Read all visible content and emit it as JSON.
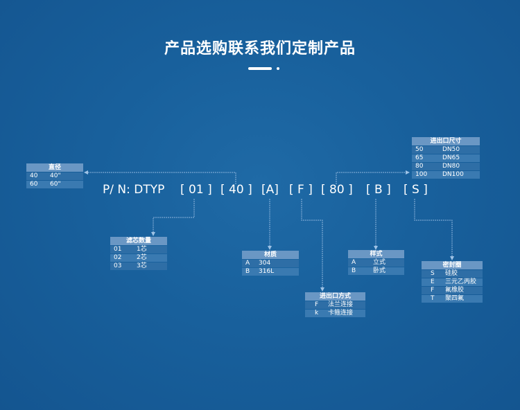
{
  "title": "产品选购联系我们定制产品",
  "pn": {
    "prefix": "P/ N:  DTYP",
    "segments": [
      "[ 01 ]",
      "[ 40 ]",
      "[A]",
      "[ F ]",
      "[ 80 ]",
      "[ B ]",
      "[ S ]"
    ]
  },
  "tables": {
    "diameter": {
      "header": "直径",
      "rows": [
        [
          "40",
          "40\""
        ],
        [
          "60",
          "60\""
        ]
      ]
    },
    "cores": {
      "header": "滤芯数量",
      "rows": [
        [
          "01",
          "1芯"
        ],
        [
          "02",
          "2芯"
        ],
        [
          "03",
          "3芯"
        ]
      ]
    },
    "material": {
      "header": "材质",
      "rows": [
        [
          "A",
          "304"
        ],
        [
          "B",
          "316L"
        ]
      ]
    },
    "inlet_method": {
      "header": "进出口方式",
      "rows": [
        [
          "F",
          "法兰连接"
        ],
        [
          "k",
          "卡箍连接"
        ]
      ]
    },
    "style": {
      "header": "样式",
      "rows": [
        [
          "A",
          "立式"
        ],
        [
          "B",
          "卧式"
        ]
      ]
    },
    "inlet_size": {
      "header": "进出口尺寸",
      "rows": [
        [
          "50",
          "DN50"
        ],
        [
          "65",
          "DN65"
        ],
        [
          "80",
          "DN80"
        ],
        [
          "100",
          "DN100"
        ]
      ]
    },
    "seal": {
      "header": "密封圈",
      "rows": [
        [
          "S",
          "硅胶"
        ],
        [
          "E",
          "三元乙丙胶"
        ],
        [
          "F",
          "氟橡胶"
        ],
        [
          "T",
          "聚四氟"
        ]
      ]
    }
  }
}
